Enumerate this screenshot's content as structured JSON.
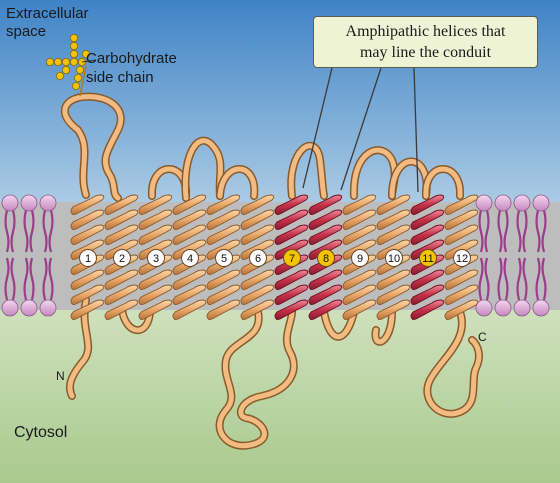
{
  "labels": {
    "extracellular": "Extracellular\nspace",
    "carbohydrate": "Carbohydrate\nside chain",
    "cytosol": "Cytosol",
    "n_terminus": "N",
    "c_terminus": "C",
    "callout": "Amphipathic helices that\nmay line the conduit"
  },
  "helices": [
    {
      "number": "1",
      "highlight": false,
      "amphipathic": false
    },
    {
      "number": "2",
      "highlight": false,
      "amphipathic": false
    },
    {
      "number": "3",
      "highlight": false,
      "amphipathic": false
    },
    {
      "number": "4",
      "highlight": false,
      "amphipathic": false
    },
    {
      "number": "5",
      "highlight": false,
      "amphipathic": false
    },
    {
      "number": "6",
      "highlight": false,
      "amphipathic": false
    },
    {
      "number": "7",
      "highlight": true,
      "amphipathic": true
    },
    {
      "number": "8",
      "highlight": true,
      "amphipathic": true
    },
    {
      "number": "9",
      "highlight": false,
      "amphipathic": false
    },
    {
      "number": "10",
      "highlight": false,
      "amphipathic": false
    },
    {
      "number": "11",
      "highlight": true,
      "amphipathic": true
    },
    {
      "number": "12",
      "highlight": false,
      "amphipathic": false
    }
  ],
  "colors": {
    "sky_top": "#3f83c6",
    "sky_bottom": "#cfe3ee",
    "cytosol_top": "#d7e6c6",
    "cytosol_bottom": "#a9c98e",
    "membrane_band": "#bdbdbd",
    "lipid_head": "#d9a8d4",
    "lipid_tail": "#9a3d8a",
    "helix_tan": "#e9a86a",
    "helix_red": "#c6324a",
    "highlight_number": "#f5c400",
    "carbohydrate_bead": "#f5c400"
  }
}
